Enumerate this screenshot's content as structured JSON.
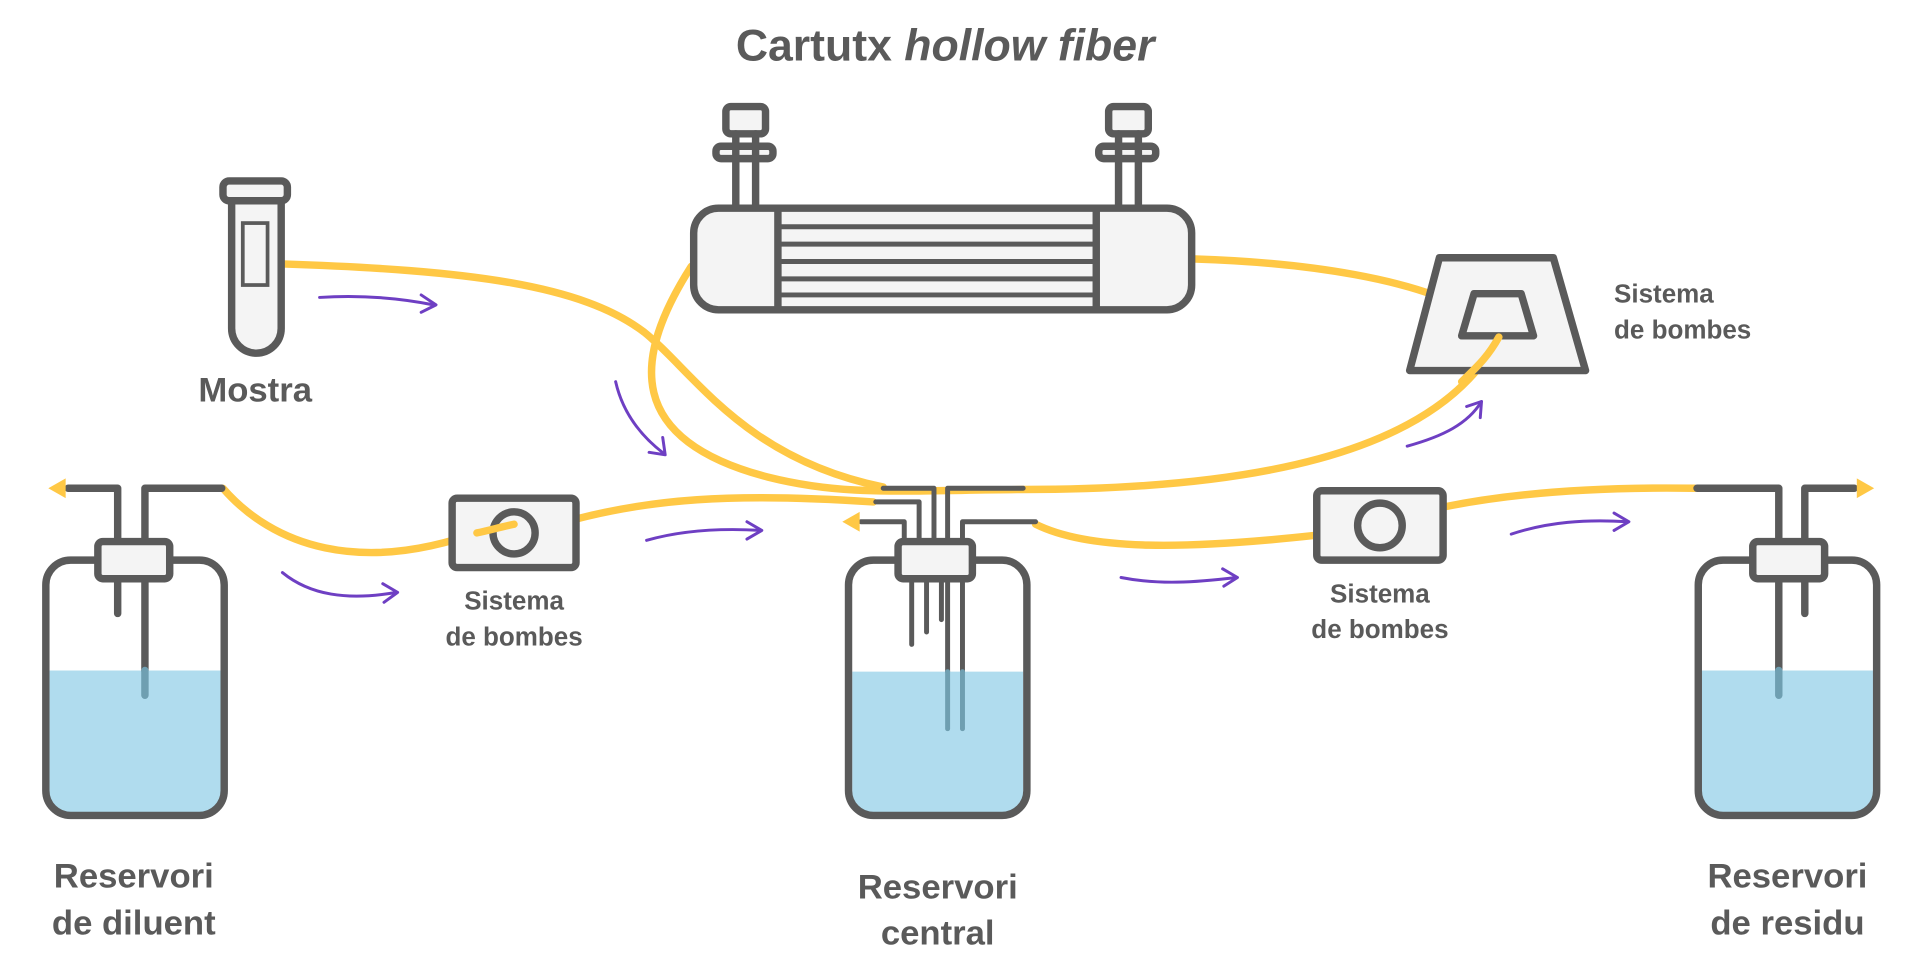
{
  "title": {
    "main": "Cartutx",
    "italic": "hollow fiber"
  },
  "labels": {
    "sample": "Mostra",
    "pump_top": [
      "Sistema",
      "de bombes"
    ],
    "pump_left": [
      "Sistema",
      "de bombes"
    ],
    "pump_right": [
      "Sistema",
      "de bombes"
    ],
    "diluent_reservoir": [
      "Reservori",
      "de diluent"
    ],
    "central_reservoir": [
      "Reservori",
      "central"
    ],
    "waste_reservoir": [
      "Reservori",
      "de residu"
    ]
  },
  "colors": {
    "outline": "#5a5a5a",
    "component_fill": "#f4f4f4",
    "tubing": "#ffc845",
    "flow_arrow": "#6e3fc3",
    "liquid": "#b0dcee"
  }
}
